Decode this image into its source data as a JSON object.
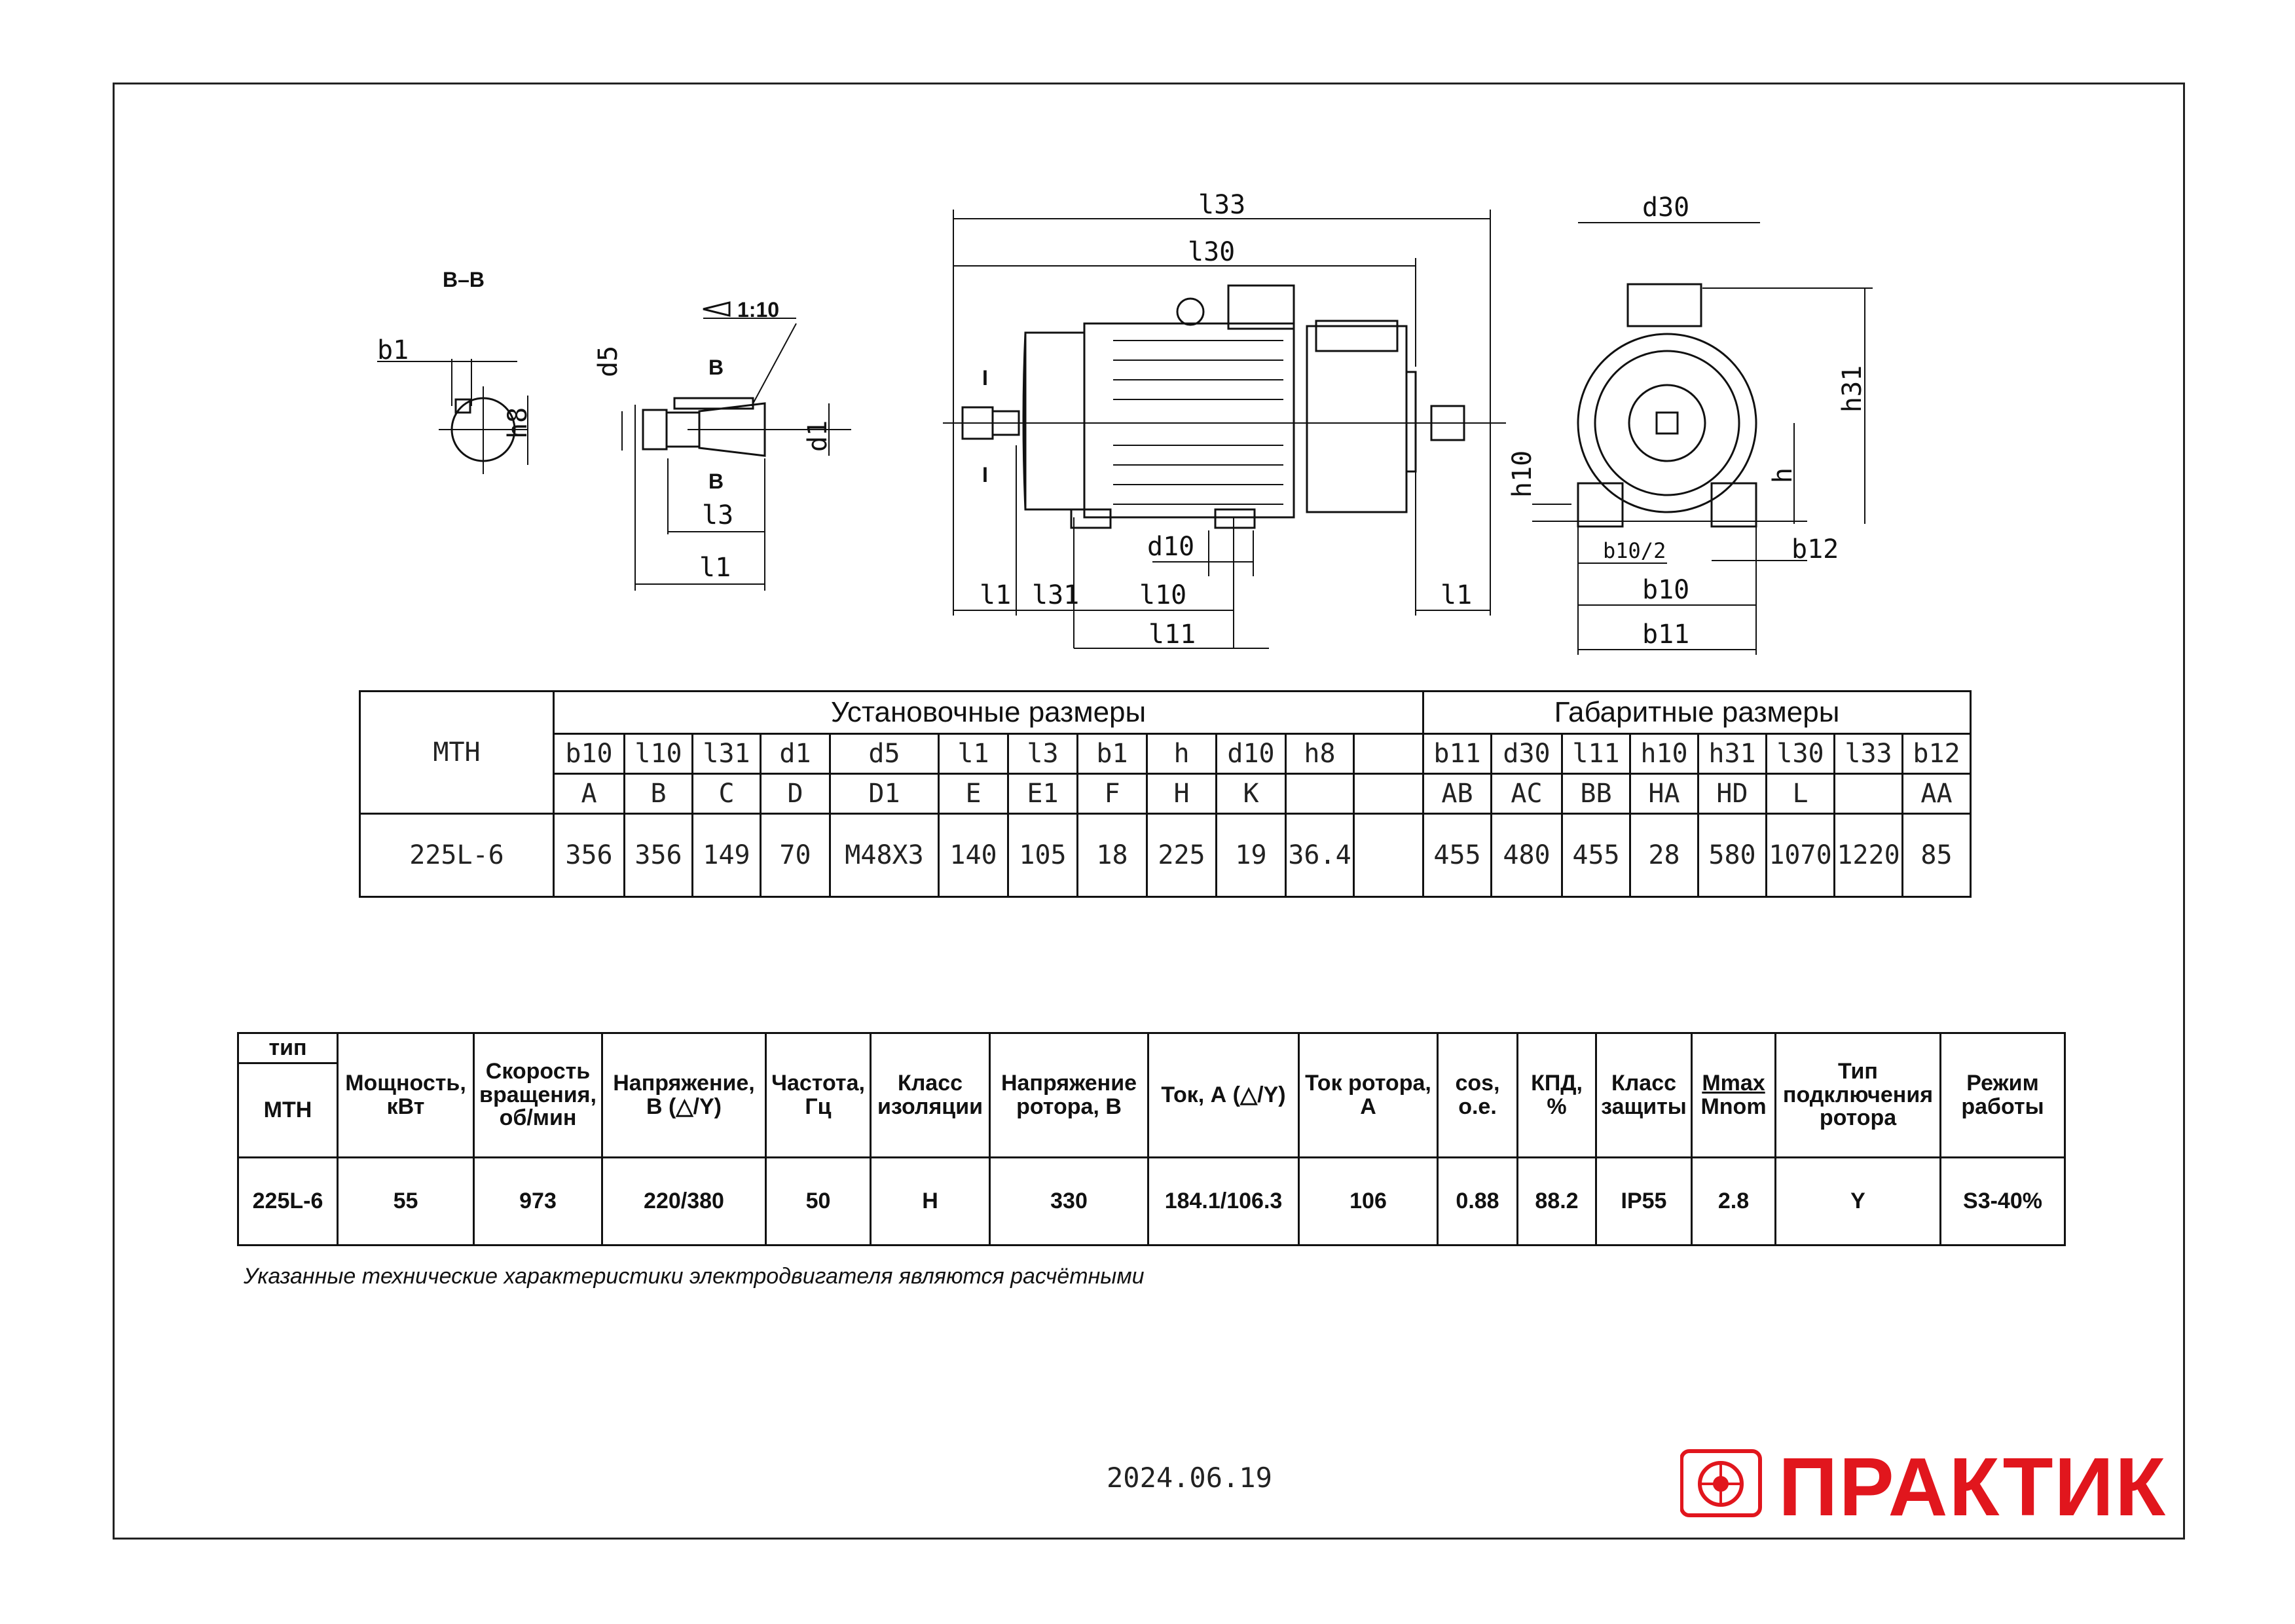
{
  "drawing_labels": {
    "section": "B–B",
    "b1": "b1",
    "h8": "h8",
    "d5": "d5",
    "d1": "d1",
    "l3": "l3",
    "l1": "l1",
    "taper": "1:10",
    "b": "B",
    "l33": "l33",
    "l30": "l30",
    "d10": "d10",
    "l31": "l31",
    "l10": "l10",
    "l11": "l11",
    "d30": "d30",
    "h31": "h31",
    "h10": "h10",
    "h": "h",
    "b10_half": "b10/2",
    "b12": "b12",
    "b10": "b10",
    "b11": "b11",
    "section_mark": "I"
  },
  "dims_table": {
    "series": "МТН",
    "install_title": "Установочные размеры",
    "overall_title": "Габаритные размеры",
    "install_cols": [
      "b10",
      "l10",
      "l31",
      "d1",
      "d5",
      "l1",
      "l3",
      "b1",
      "h",
      "d10",
      "h8",
      ""
    ],
    "install_alt": [
      "A",
      "B",
      "C",
      "D",
      "D1",
      "E",
      "E1",
      "F",
      "H",
      "K",
      "",
      ""
    ],
    "overall_cols": [
      "b11",
      "d30",
      "l11",
      "h10",
      "h31",
      "l30",
      "l33",
      "b12"
    ],
    "overall_alt": [
      "AB",
      "AC",
      "BB",
      "HA",
      "HD",
      "L",
      "",
      "AA"
    ],
    "model": "225L-6",
    "install_vals": [
      "356",
      "356",
      "149",
      "70",
      "M48X3",
      "140",
      "105",
      "18",
      "225",
      "19",
      "36.4",
      ""
    ],
    "overall_vals": [
      "455",
      "480",
      "455",
      "28",
      "580",
      "1070",
      "1220",
      "85"
    ]
  },
  "spec_table": {
    "type_label": "тип",
    "series": "МТН",
    "headers": [
      "Мощность, кВт",
      "Скорость вращения, об/мин",
      "Напряжение, В (△/Y)",
      "Частота, Гц",
      "Класс изоляции",
      "Напряжение ротора, В",
      "Ток, А (△/Y)",
      "Ток ротора, А",
      "cos, о.е.",
      "КПД, %",
      "Класс защиты",
      "Mmax/Mnom",
      "Тип подключения ротора",
      "Режим работы"
    ],
    "h_mmax": "Mmax",
    "h_mnom": "Mnom",
    "row": {
      "model": "225L-6",
      "values": [
        "55",
        "973",
        "220/380",
        "50",
        "H",
        "330",
        "184.1/106.3",
        "106",
        "0.88",
        "88.2",
        "IP55",
        "2.8",
        "Y",
        "S3-40%"
      ]
    }
  },
  "note": "Указанные технические характеристики электродвигателя являются расчётными",
  "date": "2024.06.19",
  "brand": {
    "name": "ПРАКТИК",
    "color": "#e1161d",
    "icon": "practik-logo-icon"
  }
}
